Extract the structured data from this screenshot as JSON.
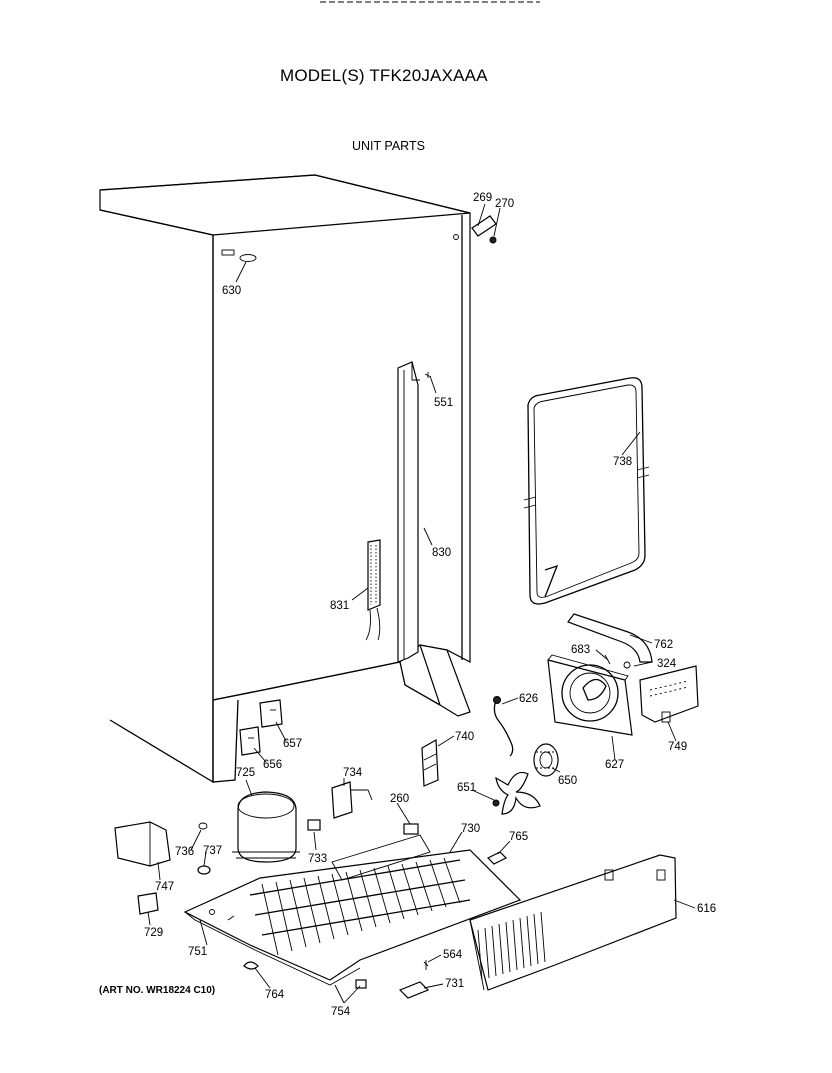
{
  "header": {
    "model_title": "MODEL(S) TFK20JAXAAA",
    "section_title": "UNIT PARTS"
  },
  "footer": {
    "art_number": "(ART NO. WR18224 C10)"
  },
  "part_labels": [
    "269",
    "270",
    "630",
    "551",
    "738",
    "830",
    "831",
    "762",
    "683",
    "324",
    "626",
    "740",
    "657",
    "656",
    "749",
    "734",
    "725",
    "650",
    "627",
    "260",
    "651",
    "730",
    "765",
    "736",
    "737",
    "733",
    "747",
    "616",
    "729",
    "751",
    "564",
    "764",
    "731",
    "754"
  ]
}
